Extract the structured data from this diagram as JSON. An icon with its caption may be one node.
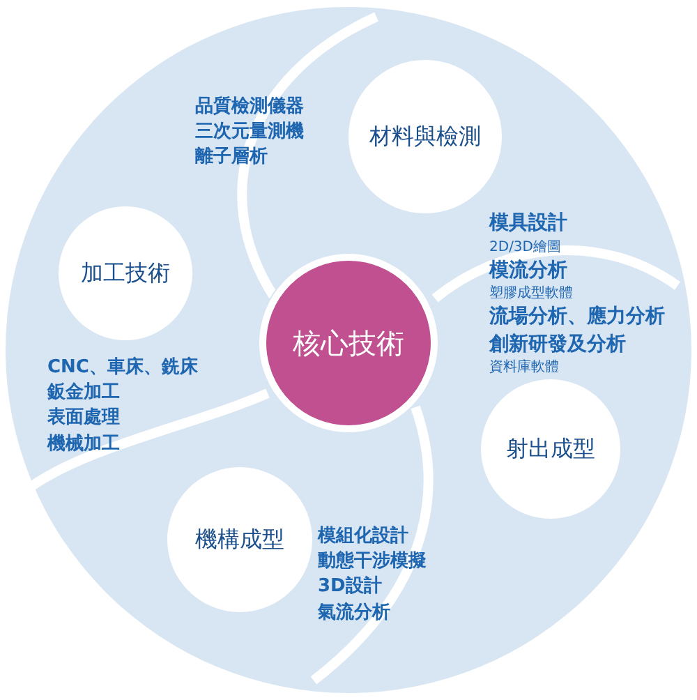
{
  "diagram": {
    "nodes": [
      {
        "text": [
          "核心技術"
        ]
      },
      {
        "text": [
          "材料與檢測"
        ],
        "beside": [
          "品質檢測儀器",
          "三次元量測機",
          "離子層析"
        ]
      },
      {
        "text": [
          "射出成型"
        ],
        "beside": [
          "模具設計",
          "2D/3D繪圖",
          "模流分析",
          "塑膠成型軟體",
          "流場分析、應力分析",
          "創新研發及分析",
          "資料庫軟體"
        ]
      },
      {
        "text": [
          "機構成型"
        ],
        "beside": [
          "模組化設計",
          "動態干涉模擬",
          "3D設計",
          "氣流分析"
        ]
      },
      {
        "text": [
          "加工技術"
        ],
        "beside": [
          "CNC、車床、銑床",
          "鈑金加工",
          "表面處理",
          "機械加工"
        ]
      }
    ]
  }
}
